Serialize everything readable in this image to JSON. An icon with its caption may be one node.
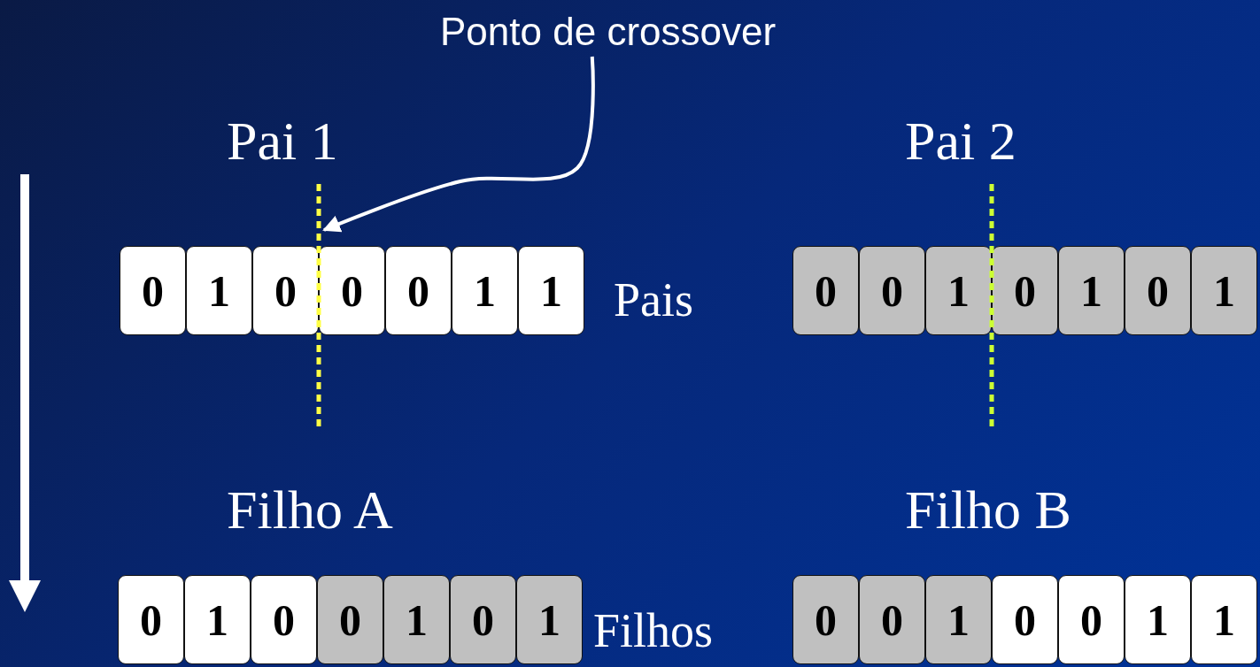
{
  "diagram": {
    "nodes": [
      {
        "text": [
          "Ponto de crossover"
        ]
      },
      {
        "text": [],
        "shape": "bar"
      },
      {
        "text": [
          "0"
        ]
      },
      {
        "text": [
          "1"
        ]
      },
      {
        "text": [
          "0"
        ]
      },
      {
        "text": [
          "0"
        ]
      },
      {
        "text": [
          "0"
        ]
      },
      {
        "text": [
          "1"
        ]
      },
      {
        "text": [
          "1"
        ]
      },
      {
        "text": [
          "0"
        ]
      },
      {
        "text": [
          "0"
        ]
      },
      {
        "text": [
          "1"
        ]
      },
      {
        "text": [
          "0"
        ]
      },
      {
        "text": [
          "1"
        ]
      },
      {
        "text": [
          "0"
        ]
      },
      {
        "text": [
          "1"
        ]
      },
      {
        "text": [
          "0"
        ]
      },
      {
        "text": [
          "1"
        ]
      },
      {
        "text": [
          "0"
        ]
      },
      {
        "text": [
          "0"
        ]
      },
      {
        "text": [
          "1"
        ]
      },
      {
        "text": [
          "0"
        ]
      },
      {
        "text": [
          "1"
        ]
      },
      {
        "text": [
          "0"
        ]
      },
      {
        "text": [
          "0"
        ]
      },
      {
        "text": [
          "1"
        ]
      },
      {
        "text": [
          "0"
        ]
      },
      {
        "text": [
          "0"
        ]
      },
      {
        "text": [
          "1"
        ]
      },
      {
        "text": [
          "1"
        ]
      }
    ],
    "edges": [
      {
        "from": 0,
        "to": 1,
        "arrow": "to"
      }
    ],
    "labels": [
      "Pai 1",
      "Pai 2",
      "Pais",
      "Filho A",
      "Filho B",
      "Filhos"
    ]
  }
}
